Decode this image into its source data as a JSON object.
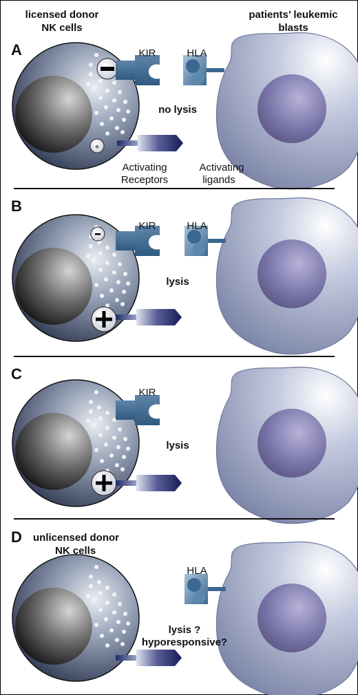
{
  "header": {
    "left_line1": "licensed donor",
    "left_line2": "NK cells",
    "right_line1": "patients’ leukemic",
    "right_line2": "blasts"
  },
  "panels": [
    {
      "letter": "A",
      "kir": "KIR",
      "hla": "HLA",
      "outcome": "no lysis",
      "activating_receptors_line1": "Activating",
      "activating_receptors_line2": "Receptors",
      "activating_ligands_line1": "Activating",
      "activating_ligands_line2": "ligands"
    },
    {
      "letter": "B",
      "kir": "KIR",
      "hla": "HLA",
      "outcome": "lysis"
    },
    {
      "letter": "C",
      "kir": "KIR",
      "outcome": "lysis"
    },
    {
      "letter": "D",
      "title_line1": "unlicensed donor",
      "title_line2": "NK cells",
      "hla": "HLA",
      "outcome_line1": "lysis ?",
      "outcome_line2": "hyporesponsive?"
    }
  ]
}
